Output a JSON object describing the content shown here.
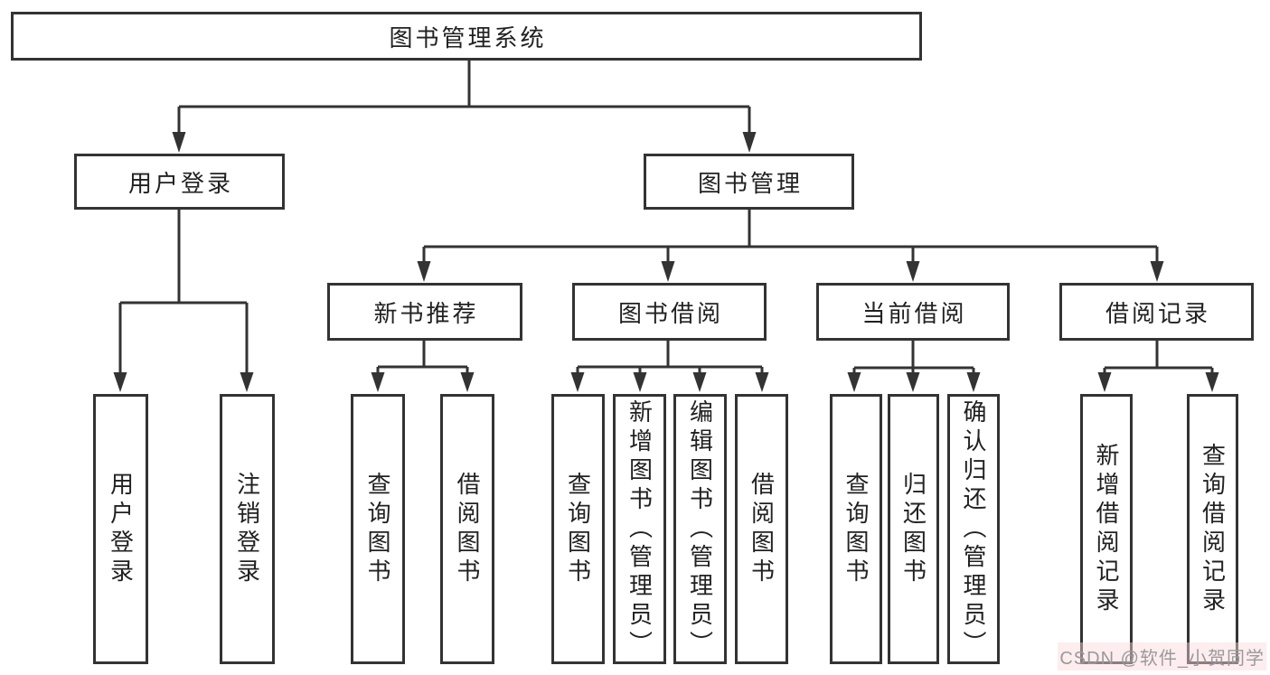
{
  "tree": {
    "label": "图书管理系统",
    "children": [
      {
        "label": "用户登录",
        "children": [
          {
            "label": "用户登录"
          },
          {
            "label": "注销登录"
          }
        ]
      },
      {
        "label": "图书管理",
        "children": [
          {
            "label": "新书推荐",
            "children": [
              {
                "label": "查询图书"
              },
              {
                "label": "借阅图书"
              }
            ]
          },
          {
            "label": "图书借阅",
            "children": [
              {
                "label": "查询图书"
              },
              {
                "label": "新增图书（管理员）"
              },
              {
                "label": "编辑图书（管理员）"
              },
              {
                "label": "借阅图书"
              }
            ]
          },
          {
            "label": "当前借阅",
            "children": [
              {
                "label": "查询图书"
              },
              {
                "label": "归还图书"
              },
              {
                "label": "确认归还（管理员）"
              }
            ]
          },
          {
            "label": "借阅记录",
            "children": [
              {
                "label": "新增借阅记录"
              },
              {
                "label": "查询借阅记录"
              }
            ]
          }
        ]
      }
    ]
  },
  "watermark": {
    "text": "CSDN @软件_小贺同学"
  },
  "colors": {
    "line": "#333333",
    "text": "#212121",
    "watermark_gray": "#9a9a9a",
    "watermark_pink": "#fadde0"
  }
}
